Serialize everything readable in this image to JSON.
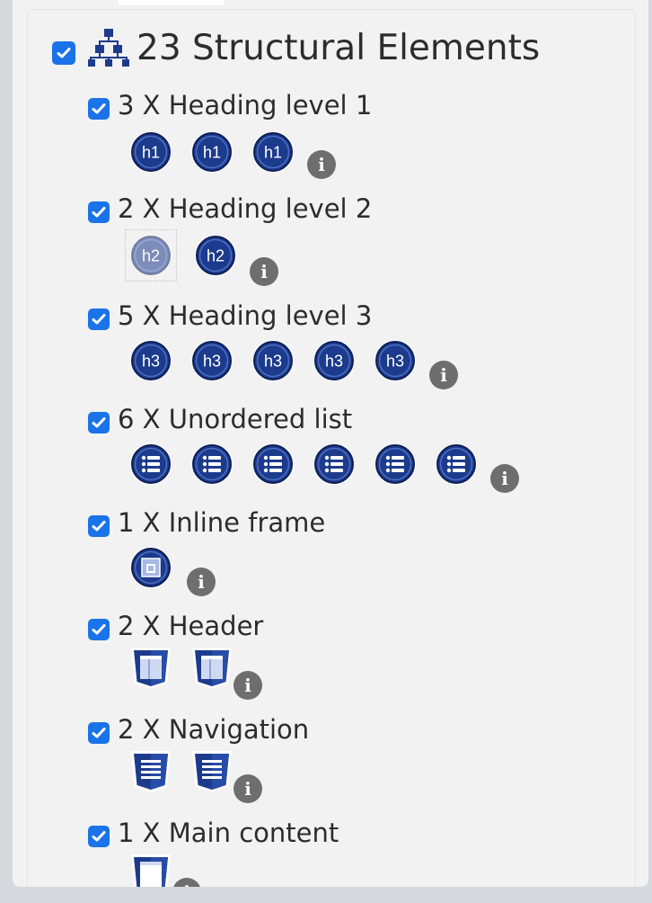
{
  "summary": {
    "title": "23 Structural Elements",
    "checked": true,
    "icon": "sitemap-icon"
  },
  "groups": [
    {
      "label": "3 X Heading level 1",
      "icon": "h1",
      "count": 3
    },
    {
      "label": "2 X Heading level 2",
      "icon": "h2",
      "count": 2,
      "selected_index": 0
    },
    {
      "label": "5 X Heading level 3",
      "icon": "h3",
      "count": 5
    },
    {
      "label": "6 X Unordered list",
      "icon": "list",
      "count": 6
    },
    {
      "label": "1 X Inline frame",
      "icon": "iframe",
      "count": 1
    },
    {
      "label": "2 X Header",
      "icon": "header-shield",
      "count": 2
    },
    {
      "label": "2 X Navigation",
      "icon": "nav-shield",
      "count": 2
    },
    {
      "label": "1 X Main content",
      "icon": "main-shield",
      "count": 1
    }
  ],
  "colors": {
    "checkbox": "#1a73e8",
    "badge": "#1d3b8c",
    "info": "#6e6e6e",
    "text": "#2c2c2c"
  }
}
